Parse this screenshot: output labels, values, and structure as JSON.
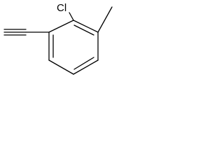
{
  "molecule": {
    "atoms": {
      "chlorine": "Cl"
    },
    "substituents": [
      "Cl",
      "C≡CH",
      "CH3"
    ]
  }
}
